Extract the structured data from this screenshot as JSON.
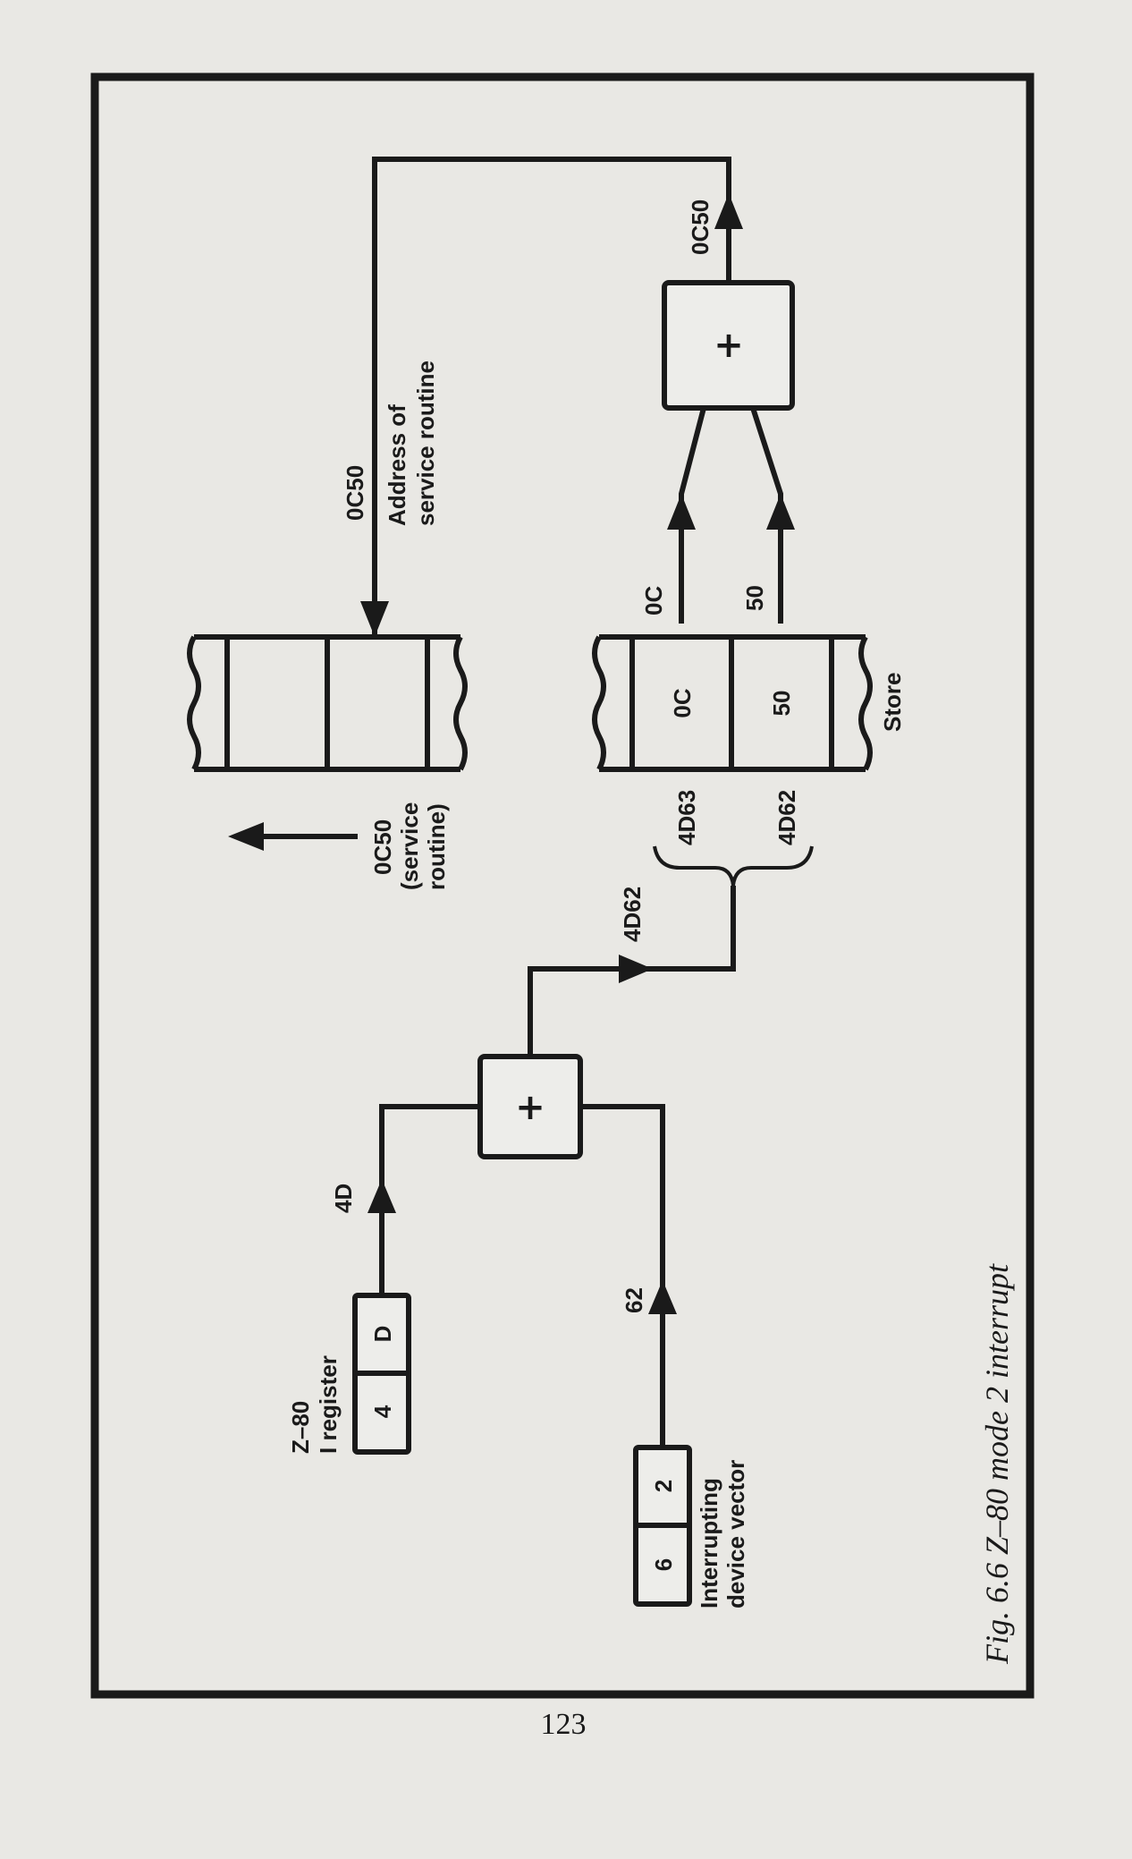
{
  "caption": "Fig. 6.6 Z–80 mode 2 interrupt",
  "page_number": "123",
  "i_register": {
    "label_line1": "Z–80",
    "label_line2": "I register",
    "cells": [
      "4",
      "D"
    ]
  },
  "device_vector": {
    "label_line1": "Interrupting",
    "label_line2": "device vector",
    "cells": [
      "6",
      "2"
    ]
  },
  "wire_labels": {
    "i_reg_out": "4D",
    "vector_out": "62",
    "adder1_out": "4D62",
    "high_byte": "0C",
    "low_byte": "50",
    "adder2_out": "0C50",
    "service_addr": "0C50"
  },
  "store": {
    "label": "Store",
    "addr_high": "4D63",
    "addr_low": "4D62",
    "cells": [
      "0C",
      "50"
    ]
  },
  "service_memory": {
    "address_label_line1": "Address of",
    "address_label_line2": "service routine",
    "pointer_line1": "0C50",
    "pointer_line2": "(service",
    "pointer_line3": "routine)"
  },
  "adder_symbol": "+"
}
